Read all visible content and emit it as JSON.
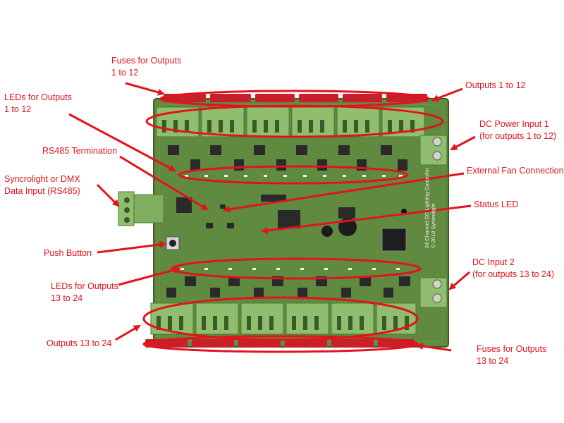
{
  "labels": {
    "fuses_1_12": {
      "line1": "Fuses for Outputs",
      "line2": "1 to 12"
    },
    "leds_1_12": {
      "line1": "LEDs for Outputs",
      "line2": "1 to 12"
    },
    "rs485_termination": "RS485 Termination",
    "syncrolight_input": {
      "line1": "Syncrolight or DMX",
      "line2": "Data Input   (RS485)"
    },
    "push_button": "Push Button",
    "leds_13_24": {
      "line1": "LEDs for Outputs",
      "line2": "13 to 24"
    },
    "outputs_13_24": "Outputs 13 to 24",
    "outputs_1_12": "Outputs 1 to 12",
    "dc_power_input_1": {
      "line1": "DC Power Input 1",
      "line2": "(for outputs 1 to 12)"
    },
    "external_fan": "External Fan Connection",
    "status_led": "Status LED",
    "dc_input_2": {
      "line1": "DC Input 2",
      "line2": "(for outputs 13 to 24)"
    },
    "fuses_13_24": {
      "line1": "Fuses for Outputs",
      "line2": "13 to 24"
    }
  },
  "board": {
    "title_line1": "24 Channel DC Lighting Controller",
    "title_line2": "© 2018 Syncrolight"
  },
  "colors": {
    "annotation": "#e3121b",
    "pcb": "#5f8a3f",
    "pcb_dark": "#4a6e30",
    "terminal": "#8fbf6e",
    "fuse": "#c8202a",
    "chip": "#2a2a2a"
  }
}
